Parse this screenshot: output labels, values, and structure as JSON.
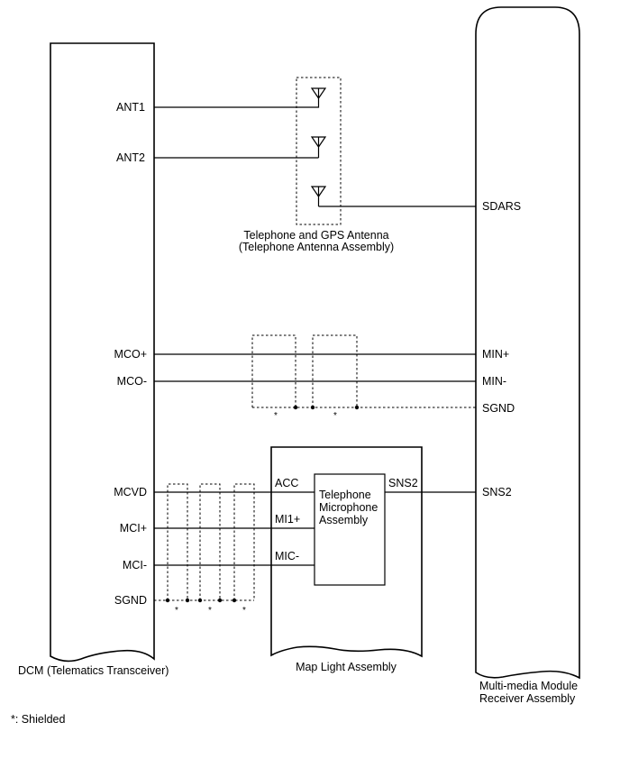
{
  "components": {
    "dcm": {
      "label": "DCM (Telematics Transceiver)"
    },
    "antenna": {
      "label_line1": "Telephone and GPS Antenna",
      "label_line2": "(Telephone Antenna Assembly)"
    },
    "multimedia": {
      "label_line1": "Multi-media Module",
      "label_line2": "Receiver Assembly"
    },
    "map_light": {
      "label": "Map Light Assembly"
    },
    "telephone_mic": {
      "label_line1": "Telephone",
      "label_line2": "Microphone",
      "label_line3": "Assembly"
    }
  },
  "pins": {
    "dcm": {
      "ant1": "ANT1",
      "ant2": "ANT2",
      "mco_plus": "MCO+",
      "mco_minus": "MCO-",
      "mcvd": "MCVD",
      "mci_plus": "MCI+",
      "mci_minus": "MCI-",
      "sgnd": "SGND"
    },
    "multimedia": {
      "sdars": "SDARS",
      "min_plus": "MIN+",
      "min_minus": "MIN-",
      "sgnd": "SGND",
      "sns2": "SNS2"
    },
    "map_light": {
      "acc": "ACC",
      "mi1_plus": "MI1+",
      "mic_minus": "MIC-",
      "sns2": "SNS2"
    }
  },
  "shield_marks": {
    "mco_left": "*",
    "mco_right": "*",
    "mc_1": "*",
    "mc_2": "*",
    "mc_3": "*"
  },
  "legend": {
    "shielded": "*: Shielded"
  }
}
